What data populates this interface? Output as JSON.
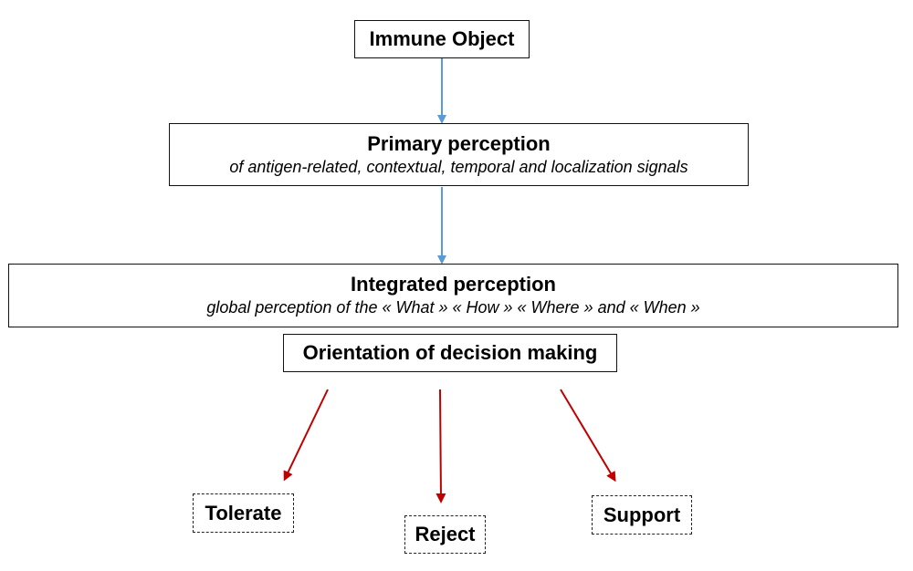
{
  "nodes": {
    "immune_object": {
      "title": "Immune Object"
    },
    "primary_perception": {
      "title": "Primary perception",
      "subtitle": "of antigen-related, contextual, temporal and localization signals"
    },
    "integrated_perception": {
      "title": "Integrated perception",
      "subtitle": "global perception of the « What » « How » « Where » and « When »"
    },
    "orientation": {
      "title": "Orientation of decision making"
    },
    "outcomes": {
      "tolerate": "Tolerate",
      "reject": "Reject",
      "support": "Support"
    }
  },
  "colors": {
    "flow_arrow": "#5b9bd5",
    "decision_arrow": "#c00000",
    "box_border": "#111111"
  }
}
